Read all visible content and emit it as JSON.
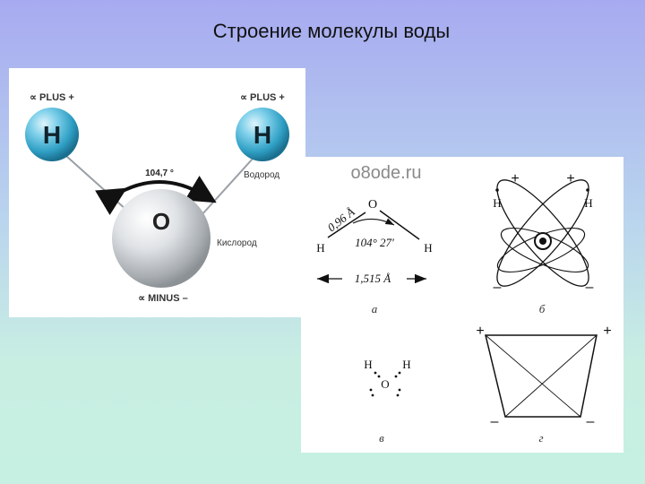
{
  "title": "Строение молекулы воды",
  "molecule": {
    "hydrogen_left": {
      "symbol": "H",
      "tag": "∝ PLUS +"
    },
    "hydrogen_right": {
      "symbol": "H",
      "tag": "∝ PLUS +",
      "label": "Водород"
    },
    "oxygen": {
      "symbol": "O",
      "label": "Кислород",
      "tag": "∝ MINUS –"
    },
    "angle": "104,7 °",
    "colors": {
      "hydrogen": "#2f9fc4",
      "oxygen": "#c9ccd0"
    }
  },
  "schemes": {
    "watermark": "o8ode.ru",
    "a": {
      "caption": "а",
      "bond_length": "0,96 Å",
      "angle": "104° 27′",
      "distance": "1,515 Å",
      "atom_o": "O",
      "atom_h_left": "H",
      "atom_h_right": "H"
    },
    "b": {
      "caption": "б",
      "plus_left": "+",
      "plus_right": "+",
      "minus_left": "–",
      "minus_right": "–",
      "h_left": "H",
      "h_right": "H"
    },
    "v": {
      "caption": "в",
      "h_left": "H",
      "h_right": "H",
      "o": "O"
    },
    "g": {
      "caption": "г",
      "plus_left": "+",
      "plus_right": "+",
      "minus_left": "–",
      "minus_right": "–"
    }
  }
}
